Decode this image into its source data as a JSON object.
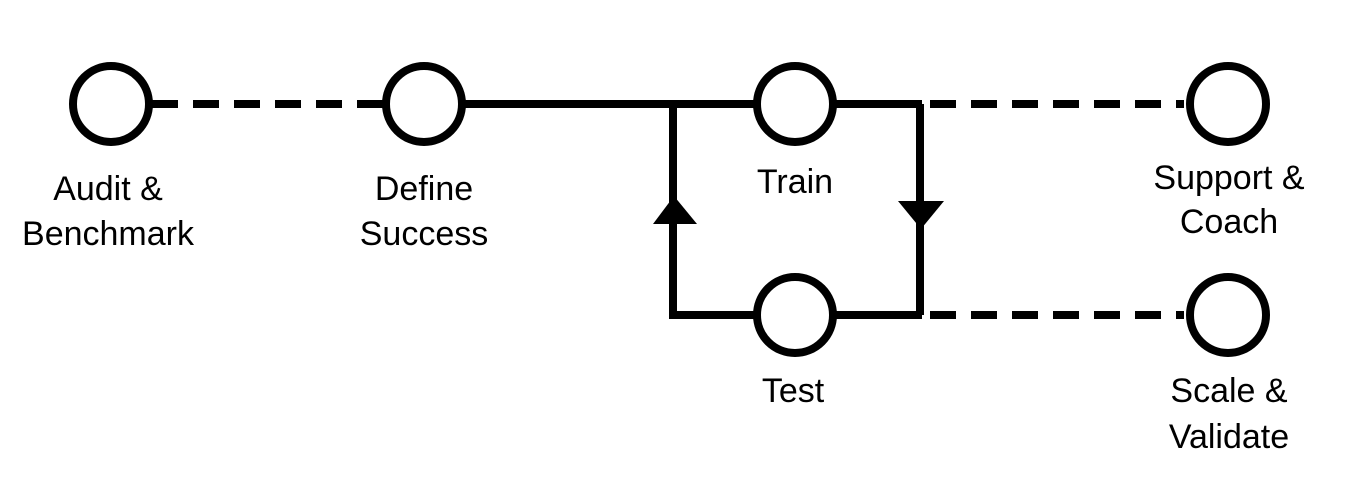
{
  "diagram": {
    "nodes": {
      "audit": {
        "line1": "Audit &",
        "line2": "Benchmark"
      },
      "define": {
        "line1": "Define",
        "line2": "Success"
      },
      "train": {
        "line1": "Train"
      },
      "test": {
        "line1": "Test"
      },
      "support": {
        "line1": "Support &",
        "line2": "Coach"
      },
      "scale": {
        "line1": "Scale &",
        "line2": "Validate"
      }
    },
    "colors": {
      "stroke": "#000000",
      "background": "#ffffff"
    }
  }
}
